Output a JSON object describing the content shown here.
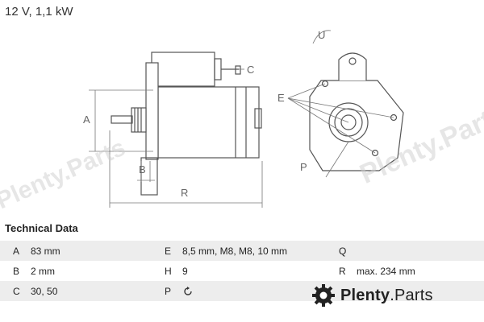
{
  "header": {
    "spec_line": "12 V, 1,1 kW"
  },
  "diagram": {
    "labels": {
      "a": "A",
      "b": "B",
      "c": "C",
      "e": "E",
      "p": "P",
      "r": "R",
      "u": "U"
    }
  },
  "technical_data": {
    "title": "Technical Data",
    "rows": [
      [
        {
          "key": "A",
          "value": "83 mm"
        },
        {
          "key": "E",
          "value": "8,5 mm, M8, M8, 10 mm"
        },
        {
          "key": "Q",
          "value": ""
        }
      ],
      [
        {
          "key": "B",
          "value": "2 mm"
        },
        {
          "key": "H",
          "value": "9"
        },
        {
          "key": "R",
          "value": "max. 234 mm"
        }
      ],
      [
        {
          "key": "C",
          "value": "30, 50"
        },
        {
          "key": "P",
          "value": "",
          "icon": "rotation-arrow-icon"
        },
        {
          "key": "",
          "value": ""
        }
      ]
    ]
  },
  "brand": {
    "name_bold": "Plenty",
    "name_rest": ".Parts",
    "logo_icon": "gear-logo-icon"
  },
  "watermarks": {
    "text": "Plenty.Parts"
  },
  "colors": {
    "line": "#555555",
    "dim": "#777777",
    "row_shade": "#ededed"
  }
}
